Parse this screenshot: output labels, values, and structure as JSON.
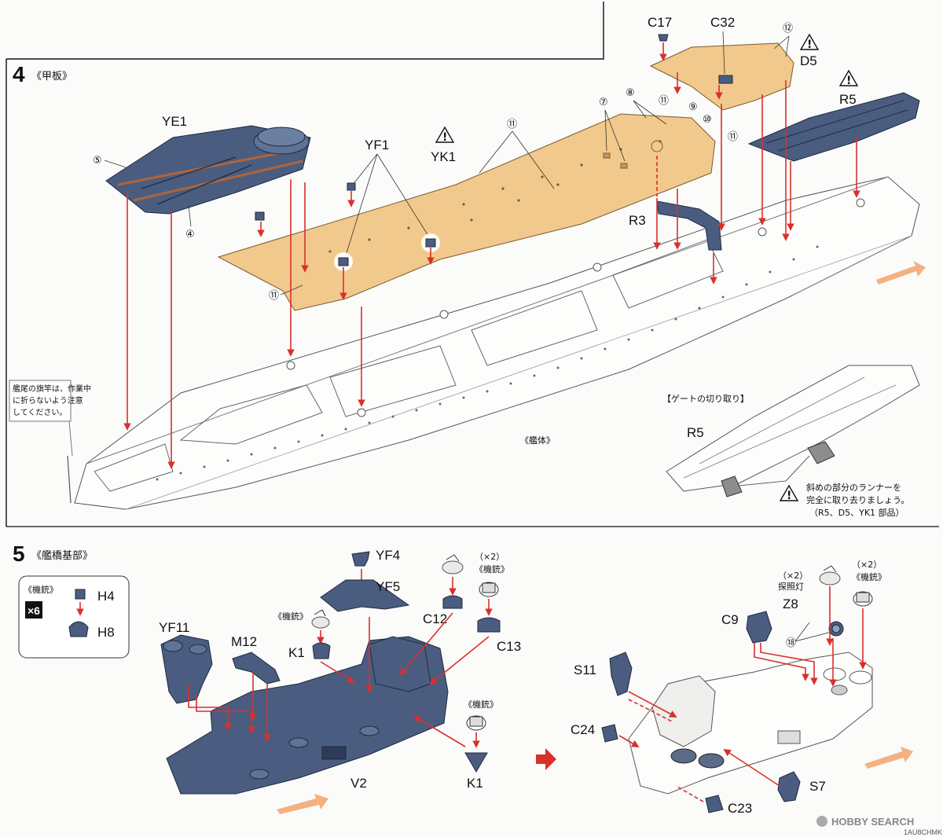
{
  "step4": {
    "number": "4",
    "title": "《甲板》",
    "parts": {
      "ye1": "YE1",
      "yf1": "YF1",
      "yk1": "YK1",
      "r3": "R3",
      "r5": "R5",
      "c17": "C17",
      "c32": "C32",
      "d5": "D5"
    },
    "circled": [
      "⑤",
      "④",
      "⑪",
      "⑪",
      "⑦",
      "⑧",
      "⑪",
      "⑨",
      "⑩",
      "⑪",
      "⑫"
    ],
    "hull_label": "《艦体》",
    "flag_note": [
      "艦尾の旗竿は、作業中",
      "に折らないよう注意",
      "してください。"
    ],
    "gate": {
      "title": "【ゲートの切り取り】",
      "part": "R5",
      "note": [
        "斜めの部分のランナーを",
        "完全に取り去りましょう。",
        "（R5、D5、YK1 部品）"
      ]
    }
  },
  "step5": {
    "number": "5",
    "title": "《艦橋基部》",
    "mg_box": {
      "title": "《機銃》",
      "multiplier": "×6",
      "h4": "H4",
      "h8": "H8"
    },
    "parts": {
      "yf4": "YF4",
      "yf5": "YF5",
      "yf11": "YF11",
      "m12": "M12",
      "k1_a": "K1",
      "k1_b": "K1",
      "v2": "V2",
      "c12": "C12",
      "c13": "C13",
      "c9": "C9",
      "s11": "S11",
      "c24": "C24",
      "s7": "S7",
      "c23": "C23",
      "z8": "Z8"
    },
    "kijuu_a": "《機銃》",
    "kijuu_b": "《機銃》",
    "kijuu_c": "《機銃》",
    "kijuu_d": "《機銃》",
    "x2_a": "（×2）",
    "x2_b": "（×2）",
    "x2_c": "（×2）",
    "searchlight": "探照灯",
    "circ18": "⑱"
  },
  "footer": {
    "watermark": "HOBBY SEARCH",
    "code": "1AU8CHMK"
  },
  "colors": {
    "arrow": "#d9302c",
    "deck": "#f2c98c",
    "part_blue": "#4a5d80",
    "motion_arrow": "#f2a36a"
  }
}
